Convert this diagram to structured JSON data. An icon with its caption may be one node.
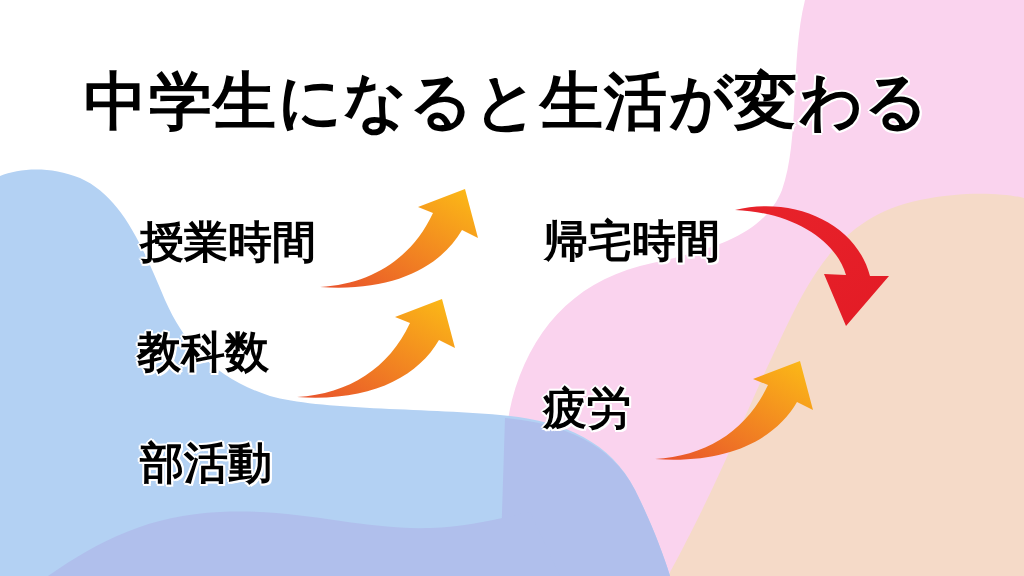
{
  "diagram": {
    "title": "中学生になると生活が変わる",
    "labels": [
      "授業時間",
      "教科数",
      "部活動",
      "帰宅時間",
      "疲労"
    ]
  }
}
